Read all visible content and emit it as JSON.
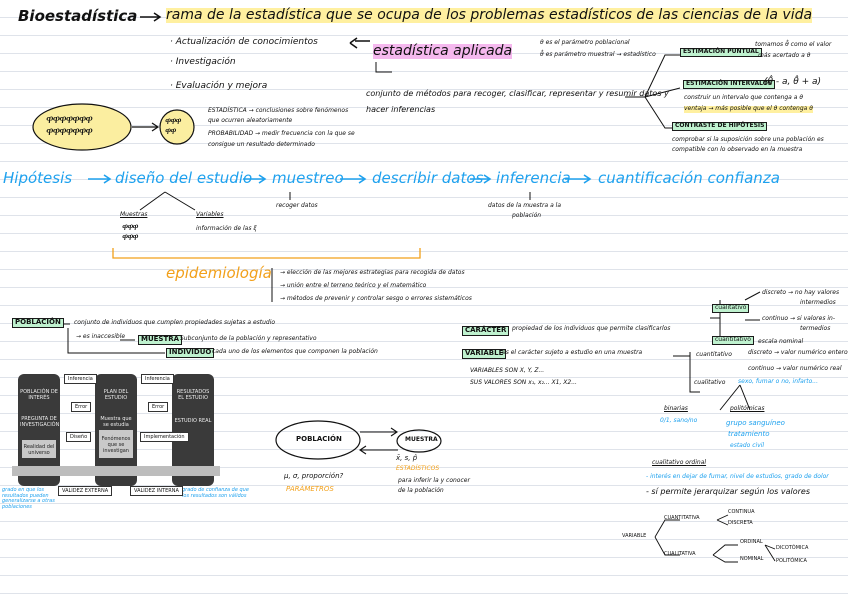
{
  "header": {
    "title": "Bioestadística",
    "definition": "rama de la estadística que se ocupa de los problemas estadísticos de las ciencias de la vida"
  },
  "uses": [
    "· Actualización de conocimientos",
    "· Investigación",
    "· Evaluación y mejora"
  ],
  "applied": {
    "label": "estadística aplicada",
    "description_1": "conjunto de métodos para recoger, clasificar, representar y resumir datos y",
    "description_2": "hacer inferencias"
  },
  "params": {
    "theta_line": "θ es el parámetro poblacional",
    "theta_hat_line": "θ̂ es parámetro muestral → estadístico"
  },
  "inference": {
    "point_label": "ESTIMACIÓN PUNTUAL",
    "point_desc_1": "tomamos θ̂ como el valor",
    "point_desc_2": "más acertado a θ",
    "interval_label": "ESTIMACIÓN INTERVALOS",
    "interval_formula": "(θ̂ - a, θ̂ + a)",
    "interval_desc_1": "construir un intervalo que contenga a θ",
    "interval_desc_2": "ventaja → más posible que el θ contenga θ",
    "hyp_label": "CONTRASTE DE HIPÓTESIS",
    "hyp_desc_1": "comprobar si la suposición sobre una población es",
    "hyp_desc_2": "compatible con lo observado en la muestra"
  },
  "stats_prob": {
    "stat_line_1": "ESTADÍSTICA → conclusiones sobre fenómenos",
    "stat_line_2": "que ocurren aleatoriamente",
    "prob_line_1": "PROBABILIDAD → medir frecuencia con la que se",
    "prob_line_2": "consigue un resultado determinado"
  },
  "flow": {
    "steps": [
      "Hipótesis",
      "diseño del estudio",
      "muestreo",
      "describir datos",
      "inferencia",
      "cuantificación confianza"
    ],
    "muestras": "Muestras",
    "variables": "Variables",
    "info": "información de las ξ",
    "recoger": "recoger datos",
    "datos": "datos de la muestra a la",
    "poblacion_word": "población"
  },
  "epidemiology": {
    "title": "epidemiología",
    "items": [
      "→ elección de las mejores estrategias para recogida de datos",
      "→ unión entre el terreno teórico y el matemático",
      "→ métodos de prevenir y controlar sesgo o errores sistemáticos"
    ]
  },
  "population": {
    "label": "POBLACIÓN",
    "desc": "conjunto de individuos que cumplen propiedades sujetas a estudio",
    "inaccessible": "→ es inaccesible",
    "sample_label": "MUESTRA",
    "sample_desc": "Subconjunto de la población y representativo",
    "individual_label": "INDIVIDUO",
    "individual_desc": "cada uno de los elementos que componen la población"
  },
  "character": {
    "label": "CARÁCTER",
    "desc": "propiedad de los individuos que permite clasificarlos",
    "variable_label": "VARIABLE",
    "variable_desc": "es el carácter sujeto a estudio en una muestra",
    "vars_line": "VARIABLES SON X, Y, Z...",
    "vals_line": "SUS VALORES SON x₁, x₂... X1, X2..."
  },
  "types": {
    "cualitativo_top": "cualitativo",
    "cuantitativo_top": "cuantitativo",
    "discreto": "discreto → no hay valores",
    "intermedios": "intermedios",
    "continuo": "continuo → si valores in-",
    "termedios": "termedios",
    "escala_nominal": "escala nominal",
    "cuantitativo": "cuantitativo",
    "disc2": "discreto → valor numérico entero",
    "cont2": "continuo → valor numérico real",
    "cualitativo": "cualitativo",
    "sexo": "sexo, fumar o no, infarto...",
    "binarias": "binarias",
    "binarias_ex": "0/1, sano/no",
    "politomicas": "politómicas",
    "pol_1": "grupo sanguíneo",
    "pol_2": "tratamiento",
    "pol_3": "estado civil",
    "ordinal_title": "cualitativo ordinal",
    "ordinal_1": "- interés en dejar de fumar, nivel de estudios, grado de dolor",
    "ordinal_2": "- sí permite jerarquizar según los valores"
  },
  "tree": {
    "root": "VARIABLE",
    "cuant": "CUANTITATIVA",
    "continua": "CONTINUA",
    "discreta": "DISCRETA",
    "cual": "CUALITATIVA",
    "ordinal": "ORDINAL",
    "nominal": "NOMINAL",
    "dicotomica": "DICOTÓMICA",
    "politomica": "POLITÓMICA"
  },
  "popsample": {
    "pop": "POBLACIÓN",
    "mue": "MUESTRA",
    "params": "μ, σ, proporción?",
    "params_word": "PARÁMETROS",
    "stats": "x̄, s, p̂",
    "stats_word": "ESTADÍSTICOS",
    "note_1": "para inferir la y conocer",
    "note_2": "de la población"
  },
  "diagram": {
    "col1_title": "POBLACIÓN DE INTERÉS",
    "col1_mid": "PREGUNTA DE INVESTIGACIÓN",
    "col1_low": "Realidad del universo",
    "col2_title": "PLAN DEL ESTUDIO",
    "col2_mid": "Muestra que se estudia",
    "col2_low": "Fenómenos que se investigan",
    "col3_title": "RESULTADOS EL ESTUDIO",
    "col3_low": "ESTUDIO REAL",
    "chip_1": "Inferencia",
    "chip_2": "Inferencia",
    "err_1": "Error",
    "err_2": "Error",
    "design_1": "Diseño",
    "design_2": "Implementación",
    "bottom_1": "VALIDEZ EXTERNA",
    "bottom_2": "VALIDEZ INTERNA",
    "note_left": "grado en que los resultados pueden generalizarse a otras poblaciones",
    "note_right": "grado de confianza de que los resultados son válidos"
  },
  "colors": {
    "blue": "#1ea1ee",
    "orange": "#f2a01a",
    "green_highlight": "#bff2cf",
    "yellow_highlight": "#fff0a0",
    "pink_highlight": "#f5b8ee",
    "oval_fill": "#fbeea0"
  }
}
